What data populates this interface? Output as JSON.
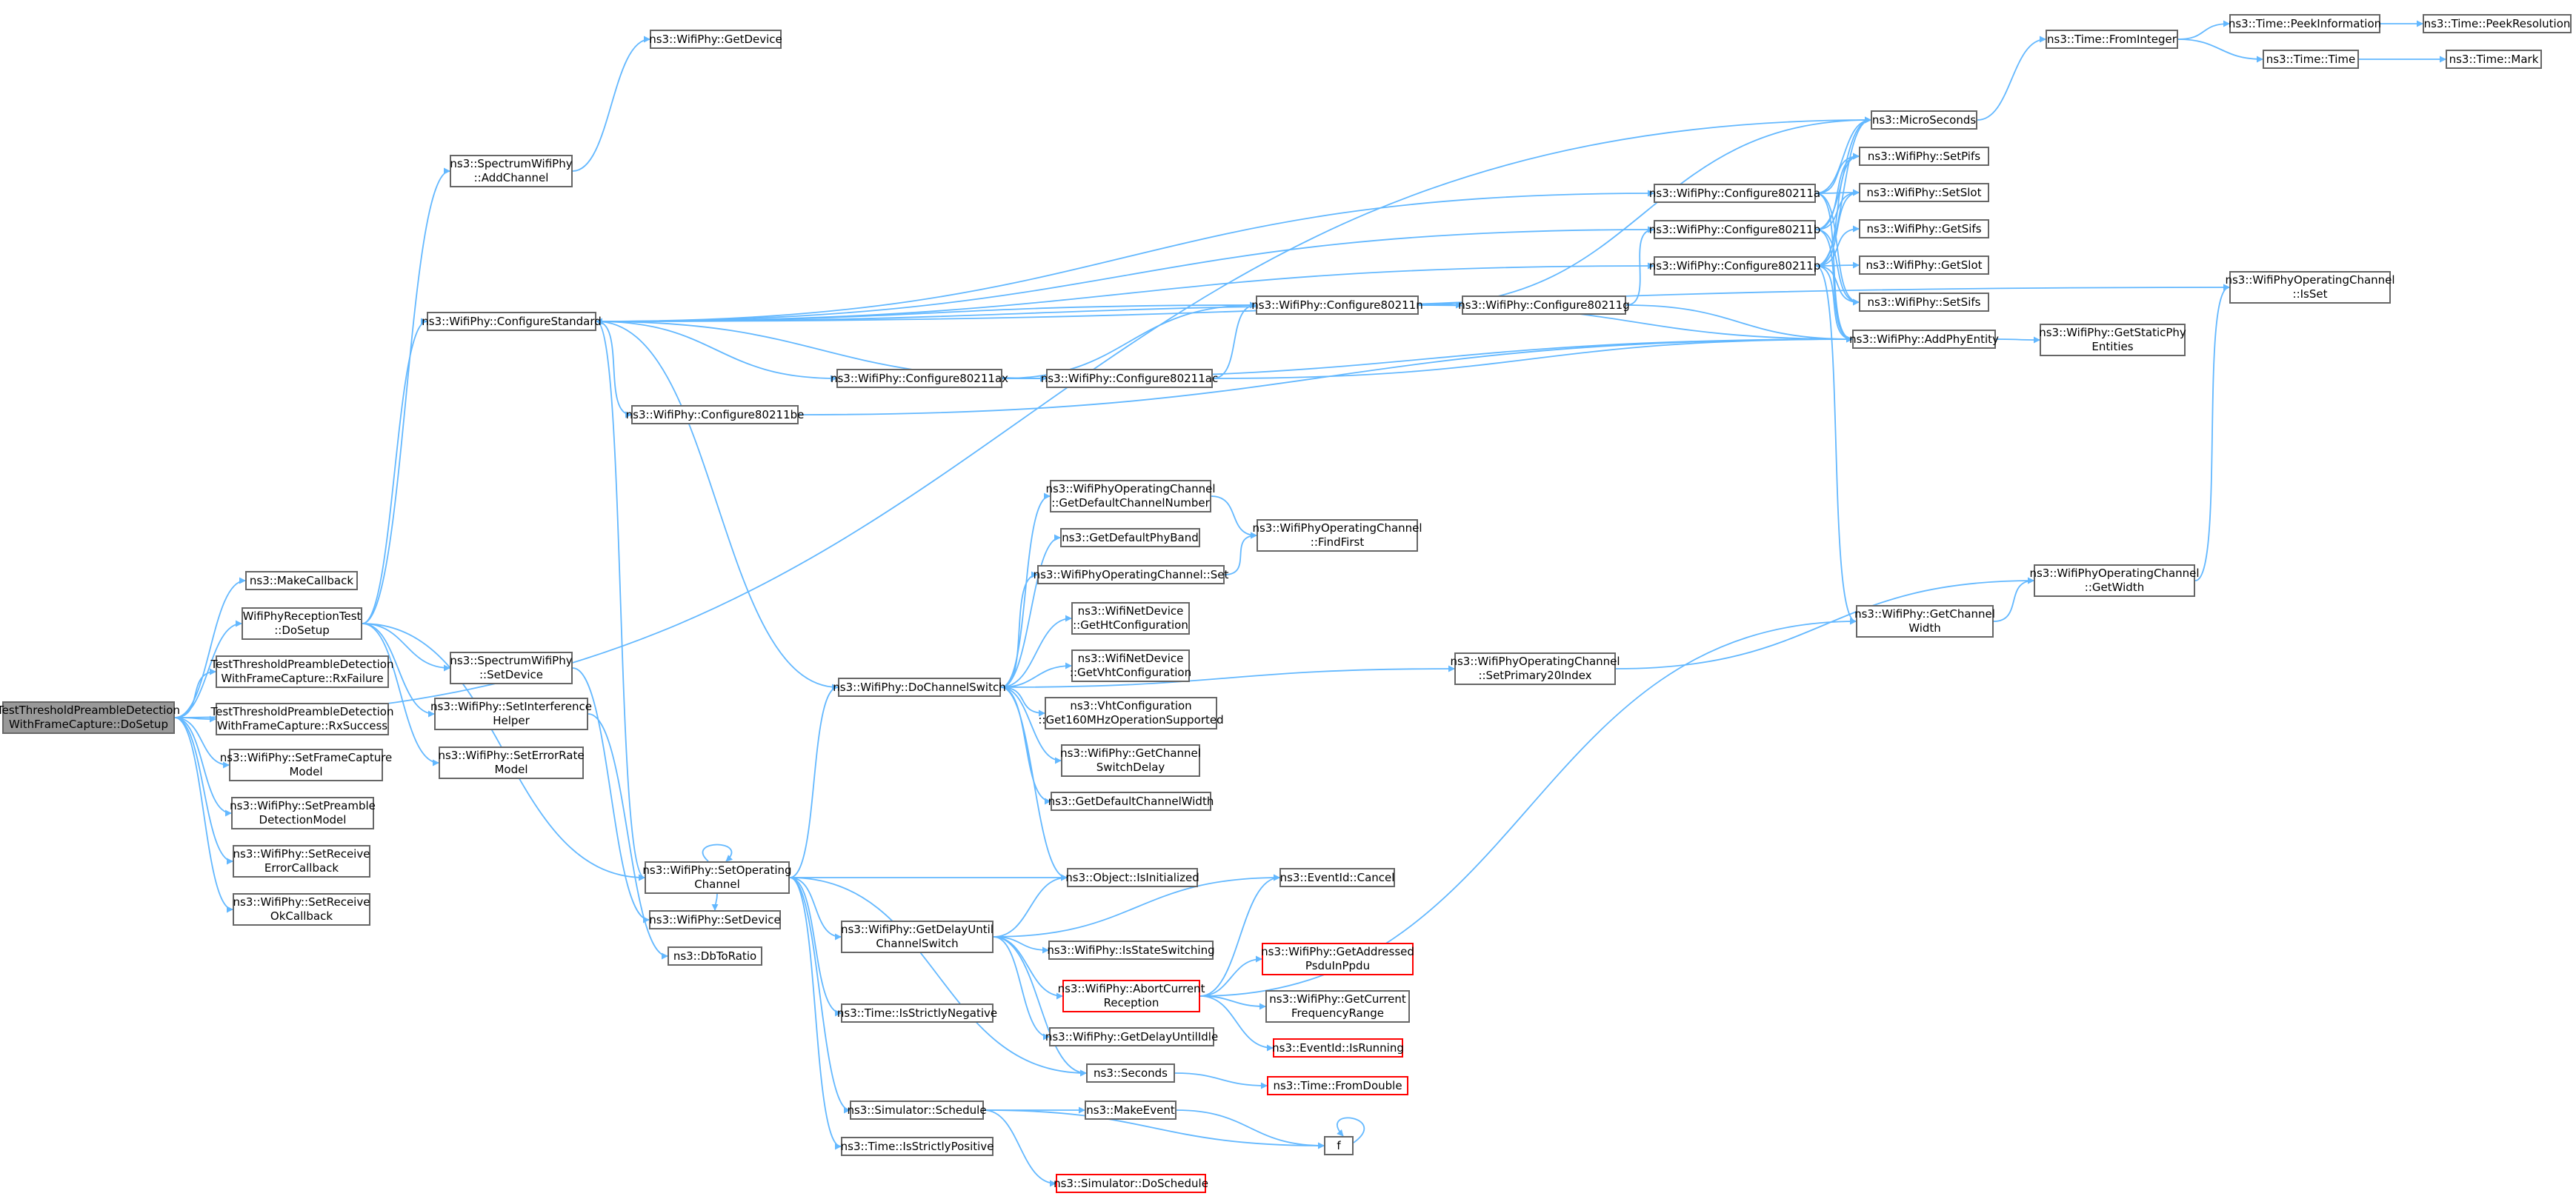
{
  "colors": {
    "edge": "#63B8FF",
    "node_border": "#666666",
    "missing_border": "#ff0000",
    "root_fill": "#999999"
  },
  "nodes": {
    "root": {
      "label": "TestThresholdPreambleDetection\nWithFrameCapture::DoSetup"
    },
    "make_callback": {
      "label": "ns3::MakeCallback"
    },
    "wrt_dosetup": {
      "label": "WifiPhyReceptionTest\n::DoSetup"
    },
    "rx_failure": {
      "label": "TestThresholdPreambleDetection\nWithFrameCapture::RxFailure"
    },
    "rx_success": {
      "label": "TestThresholdPreambleDetection\nWithFrameCapture::RxSuccess"
    },
    "set_frame_capture": {
      "label": "ns3::WifiPhy::SetFrameCapture\nModel"
    },
    "set_preamble_det": {
      "label": "ns3::WifiPhy::SetPreamble\nDetectionModel"
    },
    "set_rx_error_cb": {
      "label": "ns3::WifiPhy::SetReceive\nErrorCallback"
    },
    "set_rx_ok_cb": {
      "label": "ns3::WifiPhy::SetReceive\nOkCallback"
    },
    "spectrum_add_channel": {
      "label": "ns3::SpectrumWifiPhy\n::AddChannel"
    },
    "get_device": {
      "label": "ns3::WifiPhy::GetDevice"
    },
    "configure_standard": {
      "label": "ns3::WifiPhy::ConfigureStandard"
    },
    "spectrum_set_device": {
      "label": "ns3::SpectrumWifiPhy\n::SetDevice"
    },
    "set_interference": {
      "label": "ns3::WifiPhy::SetInterference\nHelper"
    },
    "set_error_rate": {
      "label": "ns3::WifiPhy::SetErrorRate\nModel"
    },
    "set_operating_channel": {
      "label": "ns3::WifiPhy::SetOperating\nChannel"
    },
    "set_device": {
      "label": "ns3::WifiPhy::SetDevice"
    },
    "db_to_ratio": {
      "label": "ns3::DbToRatio"
    },
    "cfg_ax": {
      "label": "ns3::WifiPhy::Configure80211ax"
    },
    "cfg_be": {
      "label": "ns3::WifiPhy::Configure80211be"
    },
    "cfg_ac": {
      "label": "ns3::WifiPhy::Configure80211ac"
    },
    "cfg_n": {
      "label": "ns3::WifiPhy::Configure80211n"
    },
    "cfg_g": {
      "label": "ns3::WifiPhy::Configure80211g"
    },
    "cfg_a": {
      "label": "ns3::WifiPhy::Configure80211a"
    },
    "cfg_b": {
      "label": "ns3::WifiPhy::Configure80211b"
    },
    "cfg_p": {
      "label": "ns3::WifiPhy::Configure80211p"
    },
    "microseconds": {
      "label": "ns3::MicroSeconds"
    },
    "set_pifs": {
      "label": "ns3::WifiPhy::SetPifs"
    },
    "set_slot": {
      "label": "ns3::WifiPhy::SetSlot"
    },
    "get_sifs": {
      "label": "ns3::WifiPhy::GetSifs"
    },
    "get_slot": {
      "label": "ns3::WifiPhy::GetSlot"
    },
    "set_sifs": {
      "label": "ns3::WifiPhy::SetSifs"
    },
    "add_phy_entity": {
      "label": "ns3::WifiPhy::AddPhyEntity"
    },
    "get_static_phy": {
      "label": "ns3::WifiPhy::GetStaticPhy\nEntities"
    },
    "from_integer": {
      "label": "ns3::Time::FromInteger"
    },
    "peek_information": {
      "label": "ns3::Time::PeekInformation"
    },
    "peek_resolution": {
      "label": "ns3::Time::PeekResolution"
    },
    "time_time": {
      "label": "ns3::Time::Time"
    },
    "time_mark": {
      "label": "ns3::Time::Mark"
    },
    "is_set": {
      "label": "ns3::WifiPhyOperatingChannel\n::IsSet"
    },
    "do_channel_switch": {
      "label": "ns3::WifiPhy::DoChannelSwitch"
    },
    "get_default_channel_number": {
      "label": "ns3::WifiPhyOperatingChannel\n::GetDefaultChannelNumber"
    },
    "get_default_phy_band": {
      "label": "ns3::GetDefaultPhyBand"
    },
    "find_first": {
      "label": "ns3::WifiPhyOperatingChannel\n::FindFirst"
    },
    "op_channel_set": {
      "label": "ns3::WifiPhyOperatingChannel::Set"
    },
    "get_ht_config": {
      "label": "ns3::WifiNetDevice\n::GetHtConfiguration"
    },
    "get_vht_config": {
      "label": "ns3::WifiNetDevice\n::GetVhtConfiguration"
    },
    "get_160mhz": {
      "label": "ns3::VhtConfiguration\n::Get160MHzOperationSupported"
    },
    "get_channel_switch_delay": {
      "label": "ns3::WifiPhy::GetChannel\nSwitchDelay"
    },
    "get_default_channel_width": {
      "label": "ns3::GetDefaultChannelWidth"
    },
    "set_primary20": {
      "label": "ns3::WifiPhyOperatingChannel\n::SetPrimary20Index"
    },
    "get_channel_width": {
      "label": "ns3::WifiPhy::GetChannel\nWidth"
    },
    "op_get_width": {
      "label": "ns3::WifiPhyOperatingChannel\n::GetWidth"
    },
    "is_initialized": {
      "label": "ns3::Object::IsInitialized"
    },
    "get_delay_until_cs": {
      "label": "ns3::WifiPhy::GetDelayUntil\nChannelSwitch"
    },
    "eventid_cancel": {
      "label": "ns3::EventId::Cancel"
    },
    "is_state_switching": {
      "label": "ns3::WifiPhy::IsStateSwitching"
    },
    "get_addressed_psdu": {
      "label": "ns3::WifiPhy::GetAddressed\nPsduInPpdu"
    },
    "abort_current_rx": {
      "label": "ns3::WifiPhy::AbortCurrent\nReception"
    },
    "get_current_freq": {
      "label": "ns3::WifiPhy::GetCurrent\nFrequencyRange"
    },
    "is_strictly_negative": {
      "label": "ns3::Time::IsStrictlyNegative"
    },
    "get_delay_until_idle": {
      "label": "ns3::WifiPhy::GetDelayUntilIdle"
    },
    "eventid_is_running": {
      "label": "ns3::EventId::IsRunning"
    },
    "seconds": {
      "label": "ns3::Seconds"
    },
    "from_double": {
      "label": "ns3::Time::FromDouble"
    },
    "simulator_schedule": {
      "label": "ns3::Simulator::Schedule"
    },
    "make_event": {
      "label": "ns3::MakeEvent"
    },
    "f": {
      "label": "f"
    },
    "is_strictly_positive": {
      "label": "ns3::Time::IsStrictlyPositive"
    },
    "simulator_do_schedule": {
      "label": "ns3::Simulator::DoSchedule"
    }
  }
}
